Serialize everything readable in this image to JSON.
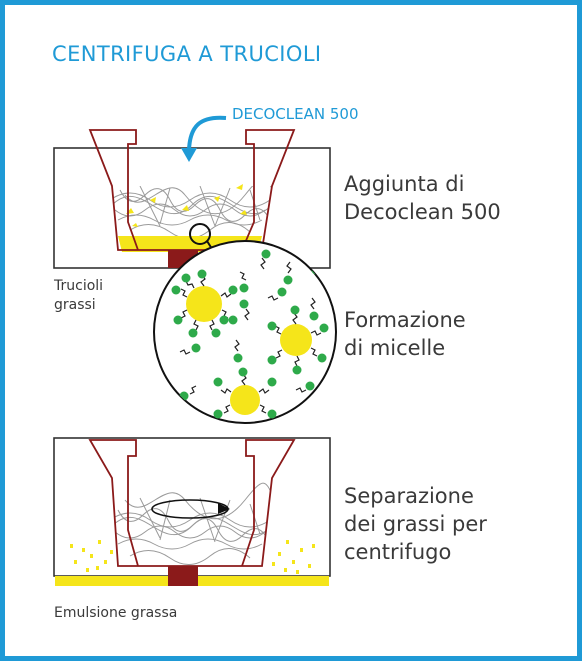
{
  "title": "CENTRIFUGA A TRUCIOLI",
  "additive_label": "DECOCLEAN 500",
  "steps": [
    {
      "line1": "Aggiunta di",
      "line2": "Decoclean 500"
    },
    {
      "line1": "Formazione",
      "line2": "di micelle"
    },
    {
      "line1": "Separazione",
      "line2": "dei grassi per",
      "line3": "centrifugo"
    }
  ],
  "labels": {
    "trucioli_1": "Trucioli",
    "trucioli_2": "grassi",
    "emulsione": "Emulsione grassa"
  },
  "colors": {
    "frame": "#1f9ad6",
    "vessel": "#8b1a1a",
    "grease": "#f5e51a",
    "surfactant_head": "#2eaa4a",
    "text": "#3a3a3a"
  },
  "icons": [
    "arrow-curved-icon",
    "magnifier-circle-icon",
    "rotation-arrow-icon"
  ]
}
